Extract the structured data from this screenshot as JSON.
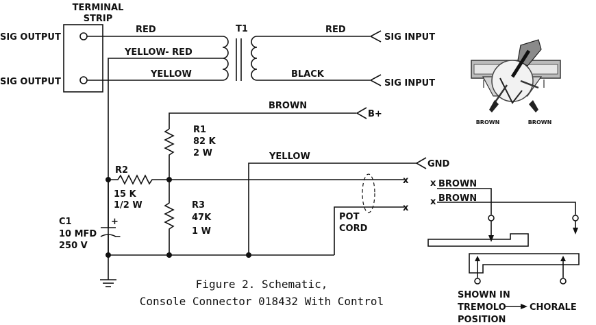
{
  "terminal_strip": {
    "title_line1": "TERMINAL",
    "title_line2": "STRIP"
  },
  "terminals": [
    {
      "label": "SIG OUTPUT"
    },
    {
      "label": "SIG OUTPUT"
    }
  ],
  "transformer": {
    "label": "T1"
  },
  "wires": {
    "red_primary": "RED",
    "yellow_red": "YELLOW- RED",
    "yellow_primary": "YELLOW",
    "red_secondary": "RED",
    "black_secondary": "BLACK",
    "brown_bplus": "BROWN",
    "yellow_gnd": "YELLOW",
    "brown_top": "BROWN",
    "brown_bottom": "BROWN"
  },
  "connections": {
    "sig_input_1": "SIG INPUT",
    "sig_input_2": "SIG INPUT",
    "bplus": "B+",
    "gnd": "GND"
  },
  "resistors": {
    "r1": {
      "name": "R1",
      "value": "82 K",
      "rating": "2 W"
    },
    "r2": {
      "name": "R2",
      "value": "15 K",
      "rating": "1/2 W"
    },
    "r3": {
      "name": "R3",
      "value": "47K",
      "rating": "1 W"
    }
  },
  "capacitor": {
    "name": "C1",
    "value": "10 MFD",
    "rating": "250 V",
    "polarity": "+"
  },
  "pot_cord": {
    "line1": "POT",
    "line2": "CORD"
  },
  "photo_labels": {
    "left": "BROWN",
    "right": "BROWN"
  },
  "switch_labels": {
    "line1": "SHOWN IN",
    "line2_a": "TREMOLO",
    "line2_b": "CHORALE",
    "line3": "POSITION"
  },
  "caption": {
    "line1": "Figure 2. Schematic,",
    "line2": "Console Connector 018432 With Control"
  }
}
